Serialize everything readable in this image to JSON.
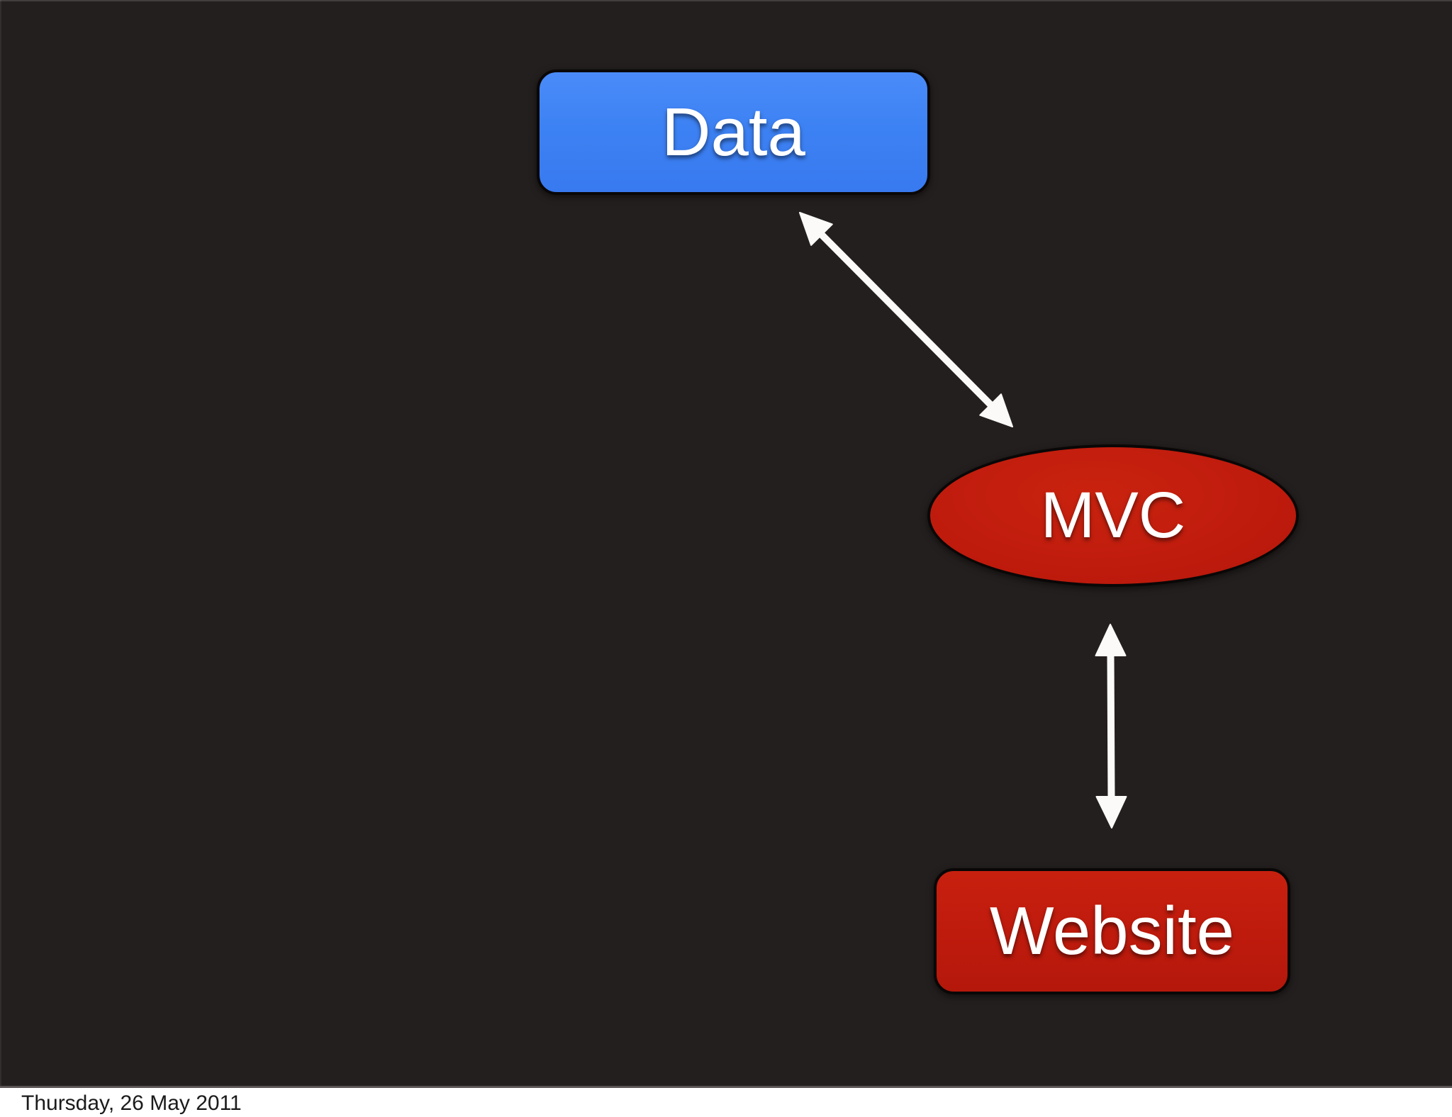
{
  "slide": {
    "background_color": "#241f1f",
    "nodes": [
      {
        "id": "data",
        "label": "Data",
        "shape": "rounded-rectangle",
        "fill_color": "#3d82f4",
        "text_color": "#ffffff"
      },
      {
        "id": "mvc",
        "label": "MVC",
        "shape": "ellipse",
        "fill_color": "#bf1b0d",
        "text_color": "#ffffff"
      },
      {
        "id": "website",
        "label": "Website",
        "shape": "rounded-rectangle",
        "fill_color": "#bf1b0d",
        "text_color": "#ffffff"
      }
    ],
    "connectors": [
      {
        "from": "data",
        "to": "mvc",
        "type": "double-headed-arrow",
        "color": "#ffffff"
      },
      {
        "from": "mvc",
        "to": "website",
        "type": "double-headed-arrow",
        "color": "#ffffff"
      }
    ]
  },
  "footer": {
    "date_text": "Thursday, 26 May 2011",
    "background_color": "#ffffff",
    "text_color": "#1b1b1b"
  }
}
